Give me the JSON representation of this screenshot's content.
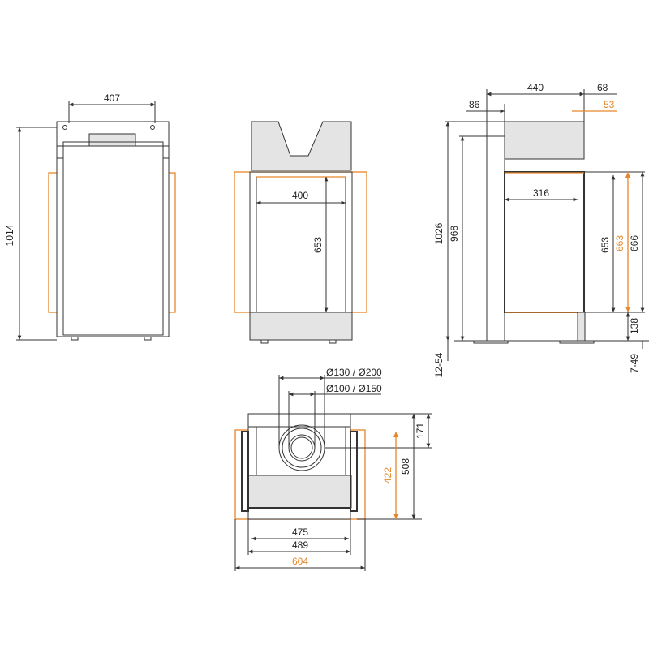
{
  "colors": {
    "line": "#333333",
    "accent": "#e8862a",
    "body_fill": "#e4e4e4",
    "background": "#ffffff"
  },
  "front_view": {
    "width_407": "407",
    "height_1014": "1014"
  },
  "section_view": {
    "width_400": "400",
    "height_653": "653"
  },
  "side_view": {
    "dim_440": "440",
    "dim_68": "68",
    "dim_86": "86",
    "dim_53": "53",
    "dim_316": "316",
    "dim_1026": "1026",
    "dim_968": "968",
    "dim_653": "653",
    "dim_663": "663",
    "dim_666": "666",
    "dim_138": "138",
    "dim_12_54": "12-54",
    "dim_7_49": "7-49"
  },
  "top_view": {
    "flue_outer": "Ø130 / Ø200",
    "flue_inner": "Ø100 / Ø150",
    "dim_171": "171",
    "dim_508": "508",
    "dim_422": "422",
    "dim_475": "475",
    "dim_489": "489",
    "dim_604": "604"
  }
}
